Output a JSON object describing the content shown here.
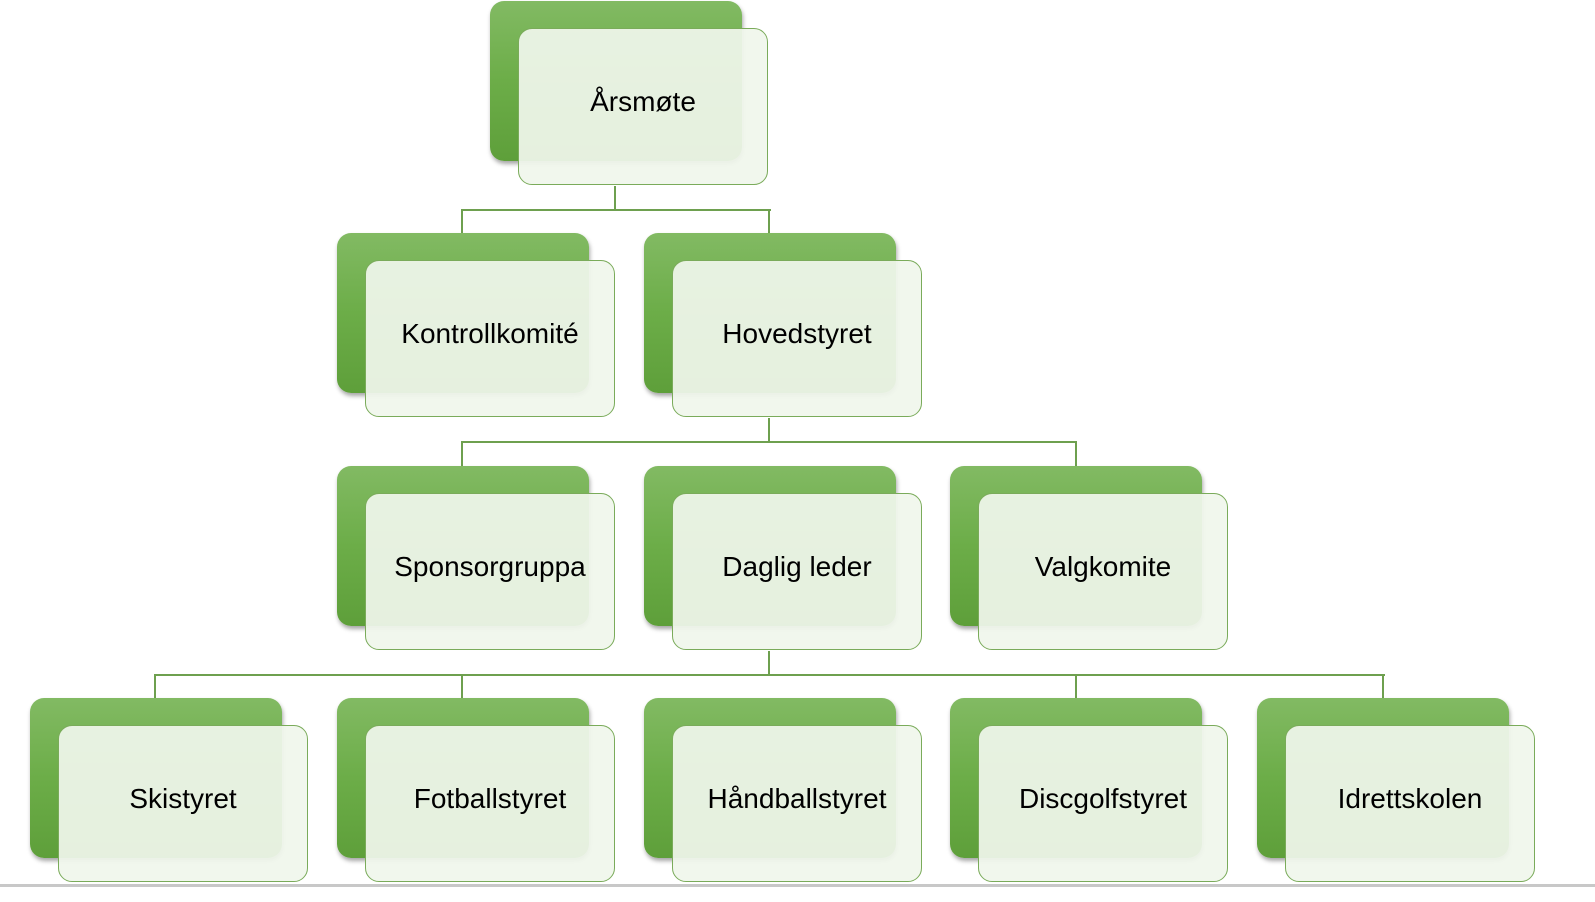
{
  "diagram": {
    "title": "Organization chart",
    "nodes": {
      "arsmote": "Årsmøte",
      "kontrollkomite": "Kontrollkomité",
      "hovedstyret": "Hovedstyret",
      "sponsorgruppa": "Sponsorgruppa",
      "daglig_leder": "Daglig leder",
      "valgkomite": "Valgkomite",
      "skistyret": "Skistyret",
      "fotballstyret": "Fotballstyret",
      "handballstyret": "Håndballstyret",
      "discgolfstyret": "Discgolfstyret",
      "idrettskolen": "Idrettskolen"
    },
    "edges": [
      [
        "arsmote",
        "kontrollkomite"
      ],
      [
        "arsmote",
        "hovedstyret"
      ],
      [
        "hovedstyret",
        "sponsorgruppa"
      ],
      [
        "hovedstyret",
        "daglig_leder"
      ],
      [
        "hovedstyret",
        "valgkomite"
      ],
      [
        "daglig_leder",
        "skistyret"
      ],
      [
        "daglig_leder",
        "fotballstyret"
      ],
      [
        "daglig_leder",
        "handballstyret"
      ],
      [
        "daglig_leder",
        "discgolfstyret"
      ],
      [
        "daglig_leder",
        "idrettskolen"
      ]
    ],
    "colors": {
      "accent": "#6cad48",
      "border": "#7aab5a",
      "card": "#f0f6ec"
    }
  }
}
